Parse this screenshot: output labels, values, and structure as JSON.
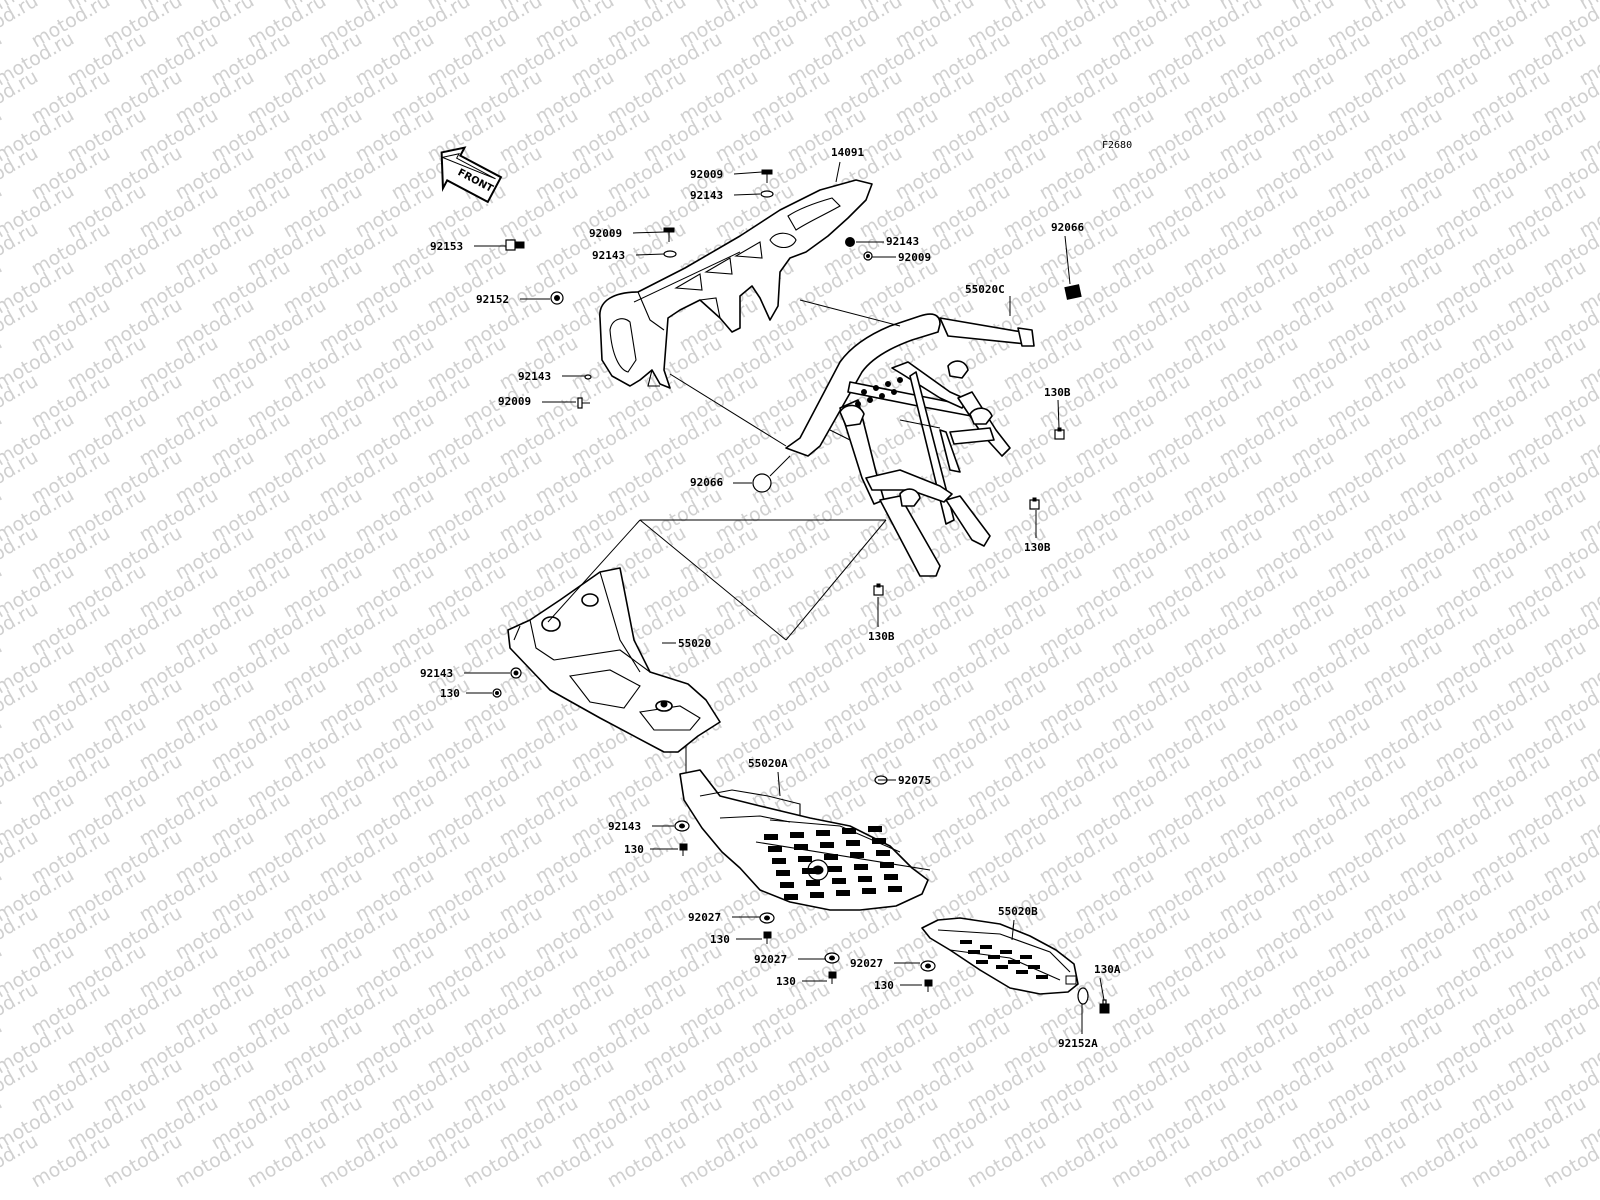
{
  "figure_code": "F2680",
  "front_arrow_label": "FRONT",
  "watermark_text": "motod.ru",
  "callouts": [
    {
      "id": "14091",
      "text": "14091"
    },
    {
      "id": "92009-a",
      "text": "92009"
    },
    {
      "id": "92143-a",
      "text": "92143"
    },
    {
      "id": "92009-b",
      "text": "92009"
    },
    {
      "id": "92143-b",
      "text": "92143"
    },
    {
      "id": "92143-c",
      "text": "92143"
    },
    {
      "id": "92009-c",
      "text": "92009"
    },
    {
      "id": "92153",
      "text": "92153"
    },
    {
      "id": "92152",
      "text": "92152"
    },
    {
      "id": "92143-d",
      "text": "92143"
    },
    {
      "id": "92009-d",
      "text": "92009"
    },
    {
      "id": "92066-a",
      "text": "92066"
    },
    {
      "id": "55020C",
      "text": "55020C"
    },
    {
      "id": "130B-a",
      "text": "130B"
    },
    {
      "id": "92066-b",
      "text": "92066"
    },
    {
      "id": "130B-b",
      "text": "130B"
    },
    {
      "id": "130B-c",
      "text": "130B"
    },
    {
      "id": "55020",
      "text": "55020"
    },
    {
      "id": "92143-e",
      "text": "92143"
    },
    {
      "id": "130-a",
      "text": "130"
    },
    {
      "id": "55020A",
      "text": "55020A"
    },
    {
      "id": "92075",
      "text": "92075"
    },
    {
      "id": "92143-f",
      "text": "92143"
    },
    {
      "id": "130-b",
      "text": "130"
    },
    {
      "id": "92027-a",
      "text": "92027"
    },
    {
      "id": "130-c",
      "text": "130"
    },
    {
      "id": "92027-b",
      "text": "92027"
    },
    {
      "id": "130-d",
      "text": "130"
    },
    {
      "id": "55020B",
      "text": "55020B"
    },
    {
      "id": "92027-c",
      "text": "92027"
    },
    {
      "id": "130-e",
      "text": "130"
    },
    {
      "id": "130A",
      "text": "130A"
    },
    {
      "id": "92152A",
      "text": "92152A"
    }
  ]
}
